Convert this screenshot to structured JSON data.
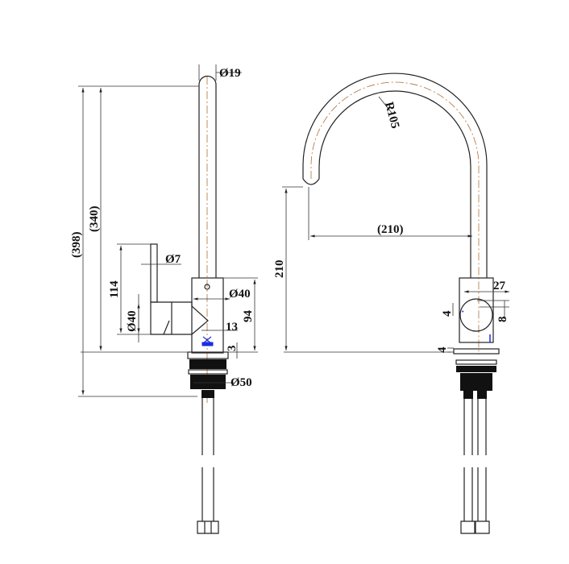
{
  "side_view": {
    "spout_diameter": "Ø19",
    "total_height": "(398)",
    "spout_height": "(340)",
    "handle_diameter": "Ø7",
    "handle_height": "114",
    "handle_body_diameter": "Ø40",
    "body_diameter": "Ø40",
    "body_height": "94",
    "offset": "13",
    "gap": "3",
    "base_diameter": "Ø50"
  },
  "front_view": {
    "radius": "R105",
    "reach": "(210)",
    "outlet_height": "210",
    "width": "27",
    "top_offset": "4",
    "depth": "8",
    "base_offset": "4"
  },
  "colors": {
    "line": "#222222",
    "centerline": "#b0703a",
    "marker": "#1a2ee0"
  }
}
